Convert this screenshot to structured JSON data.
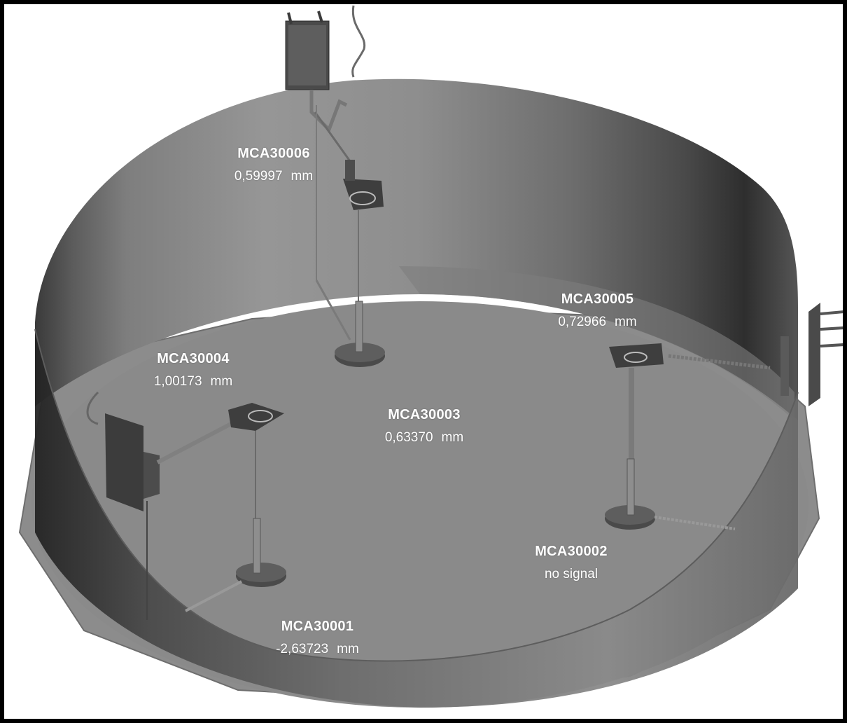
{
  "sensors": [
    {
      "id": "MCA30006",
      "value": "0,59997",
      "unit": "mm"
    },
    {
      "id": "MCA30005",
      "value": "0,72966",
      "unit": "mm"
    },
    {
      "id": "MCA30004",
      "value": "1,00173",
      "unit": "mm"
    },
    {
      "id": "MCA30003",
      "value": "0,63370",
      "unit": "mm"
    },
    {
      "id": "MCA30002",
      "status": "no signal"
    },
    {
      "id": "MCA30001",
      "value": "-2,63723",
      "unit": "mm"
    }
  ]
}
